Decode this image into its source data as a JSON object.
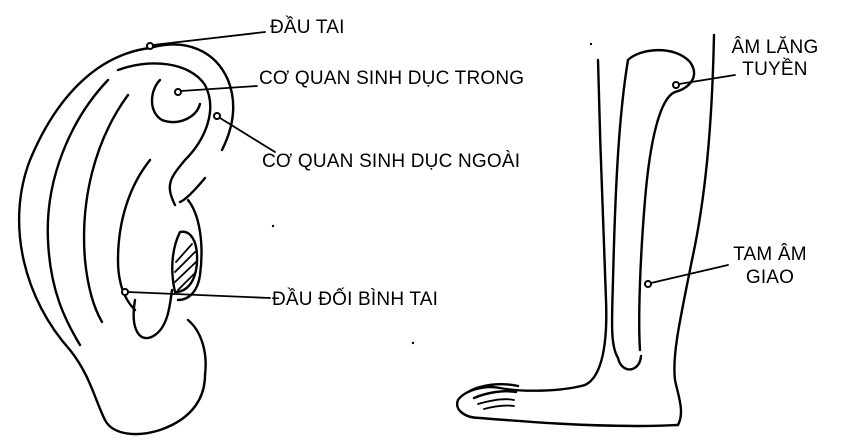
{
  "labels": {
    "dau_tai": "ĐẦU TAI",
    "co_quan_trong": "CƠ QUAN SINH DỤC TRONG",
    "co_quan_ngoai": "CƠ QUAN SINH DỤC NGOÀI",
    "dau_doi_binh_tai": "ĐẦU ĐỐI BÌNH TAI",
    "am_lang_tuyen_1": "ÂM LĂNG",
    "am_lang_tuyen_2": "TUYỀN",
    "tam_am_giao_1": "TAM ÂM",
    "tam_am_giao_2": "GIAO"
  }
}
